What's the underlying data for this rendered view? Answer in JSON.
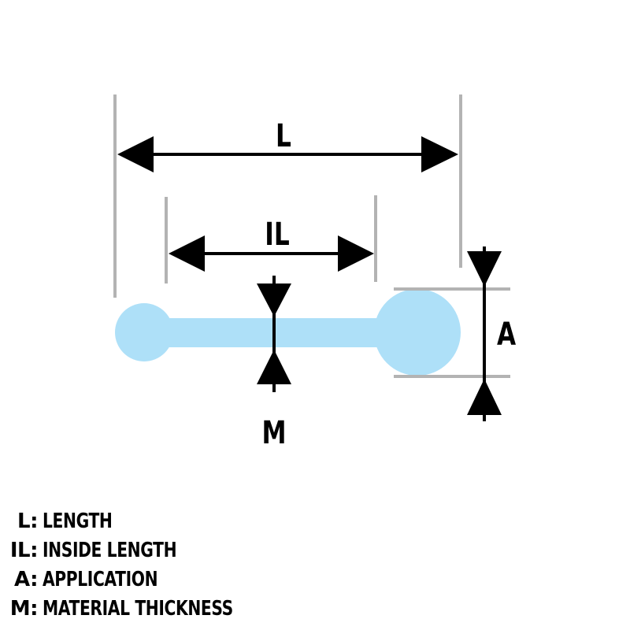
{
  "colors": {
    "part_fill": "#aee0f8",
    "extension_line": "#b3b3b3",
    "dimension_line": "#000000"
  },
  "labels": {
    "length": "L",
    "inside_length": "IL",
    "application": "A",
    "material_thickness": "M"
  },
  "legend": [
    {
      "key": "L:",
      "text": "LENGTH"
    },
    {
      "key": "IL:",
      "text": "INSIDE LENGTH"
    },
    {
      "key": "A:",
      "text": "APPLICATION"
    },
    {
      "key": "M:",
      "text": "MATERIAL THICKNESS"
    }
  ]
}
